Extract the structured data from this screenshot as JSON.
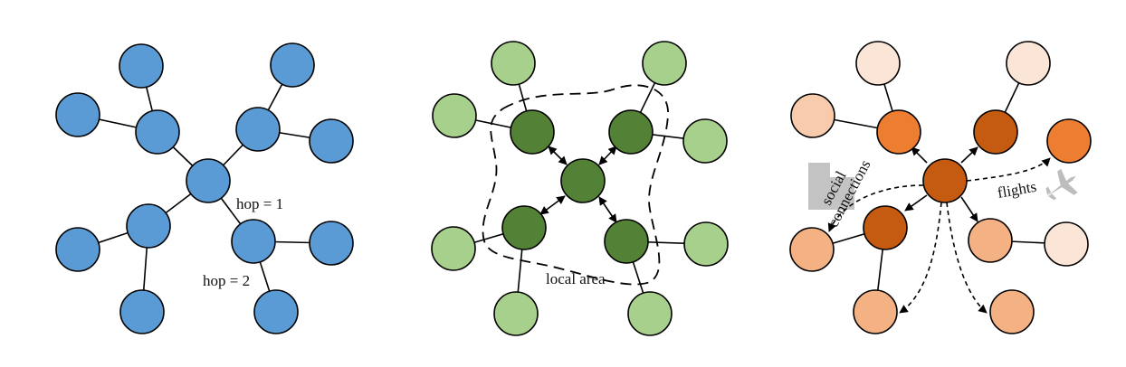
{
  "colors": {
    "stroke": "#000000",
    "panel1_node": "#5b9bd5",
    "panel2_light": "#a8d08d",
    "panel2_dark": "#538135",
    "panel3_light": "#f4b183",
    "panel3_lighter": "#f8cbad",
    "panel3_pale": "#fbe5d6",
    "panel3_mid": "#ed7d31",
    "panel3_dark": "#c55a11",
    "icon_gray": "#bdbdbd"
  },
  "panel1": {
    "hop1_label": "hop = 1",
    "hop2_label": "hop = 2"
  },
  "panel2": {
    "area_label": "local area"
  },
  "panel3": {
    "social_label_line1": "social",
    "social_label_line2": "connections",
    "flights_label": "flights",
    "social_icon": "building-icon",
    "flights_icon": "airplane-icon"
  }
}
